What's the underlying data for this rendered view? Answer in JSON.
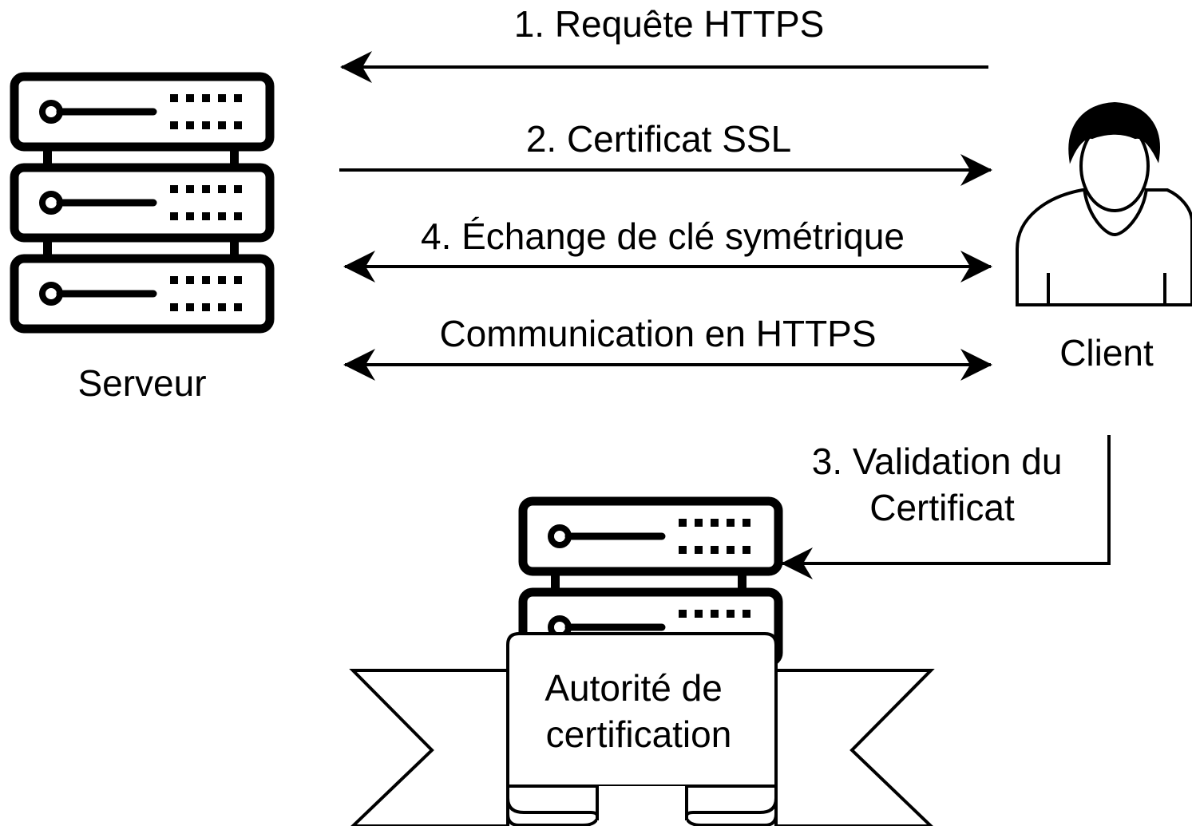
{
  "nodes": {
    "server": {
      "label": "Serveur",
      "icon": "server-rack-icon"
    },
    "client": {
      "label": "Client",
      "icon": "user-icon"
    },
    "authority": {
      "label_lines": [
        "Autorité de",
        "certification"
      ],
      "icon": "server-rack-icon"
    }
  },
  "flows": {
    "step1": {
      "label": "1. Requête HTTPS",
      "direction": "client-to-server"
    },
    "step2": {
      "label": "2. Certificat SSL",
      "direction": "server-to-client"
    },
    "step4": {
      "label": "4. Échange de clé symétrique",
      "direction": "bidirectional"
    },
    "https": {
      "label": "Communication en HTTPS",
      "direction": "bidirectional"
    },
    "step3": {
      "label_lines": [
        "3. Validation du",
        "Certificat"
      ],
      "direction": "client-to-authority"
    }
  },
  "colors": {
    "stroke": "#000000",
    "background": "#ffffff"
  }
}
